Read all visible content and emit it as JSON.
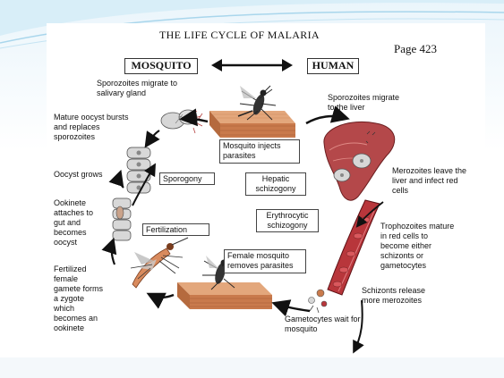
{
  "title": "THE LIFE CYCLE OF MALARIA",
  "page_number": "Page 423",
  "hosts": {
    "mosquito": "MOSQUITO",
    "human": "HUMAN"
  },
  "stages": {
    "sporogony": "Sporogony",
    "hepatic": "Hepatic\nschizogony",
    "erythrocytic": "Erythrocytic\nschizogony",
    "fertilization": "Fertilization",
    "injects": "Mosquito injects\nparasites",
    "removes": "Female mosquito\nremoves parasites"
  },
  "labels": {
    "sporozoites_salivary": "Sporozoites migrate to\nsalivary gland",
    "oocyst_bursts": "Mature oocyst bursts\nand replaces\nsporozoites",
    "oocyst_grows": "Oocyst grows",
    "ookinete_attaches": "Ookinete\nattaches to\ngut and\nbecomes\noocyst",
    "fertilized_gamete": "Fertilized\nfemale\ngamete forms\na zygote\nwhich\nbecomes an\nookinete",
    "sporozoites_liver": "Sporozoites migrate\nto the liver",
    "merozoites_leave": "Merozoites leave the\nliver and infect red\ncells",
    "trophozoites": "Trophozoites mature\nin red cells to\nbecome either\nschizonts or\ngametocytes",
    "schizonts_release": "Schizonts release\nmore merozoites",
    "gametocytes_wait": "Gametocytes wait for\nmosquito"
  },
  "colors": {
    "skin": "#c97a4c",
    "skin_light": "#e8b48a",
    "liver": "#b4484a",
    "vessel": "#b8363b",
    "arrow": "#111111",
    "swoosh": "#a9d6ec"
  }
}
